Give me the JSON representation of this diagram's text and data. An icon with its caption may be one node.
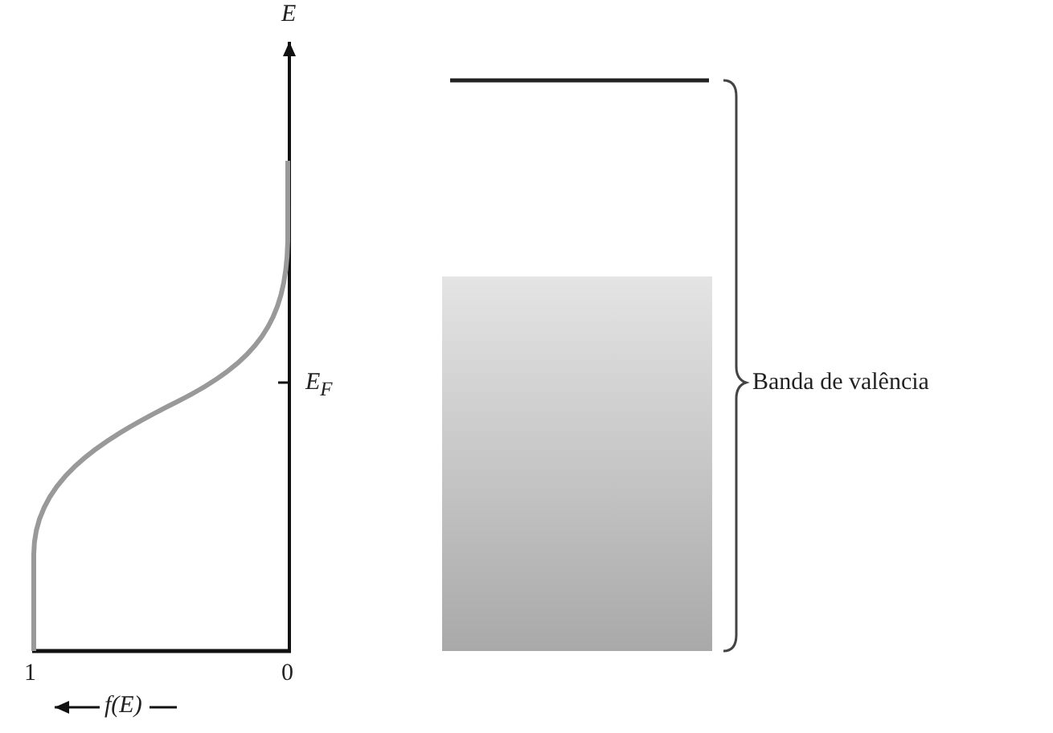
{
  "diagram": {
    "labels": [
      "E",
      "E$_{F}$",
      "1",
      "0",
      "f(E)",
      "Banda de valência"
    ]
  }
}
